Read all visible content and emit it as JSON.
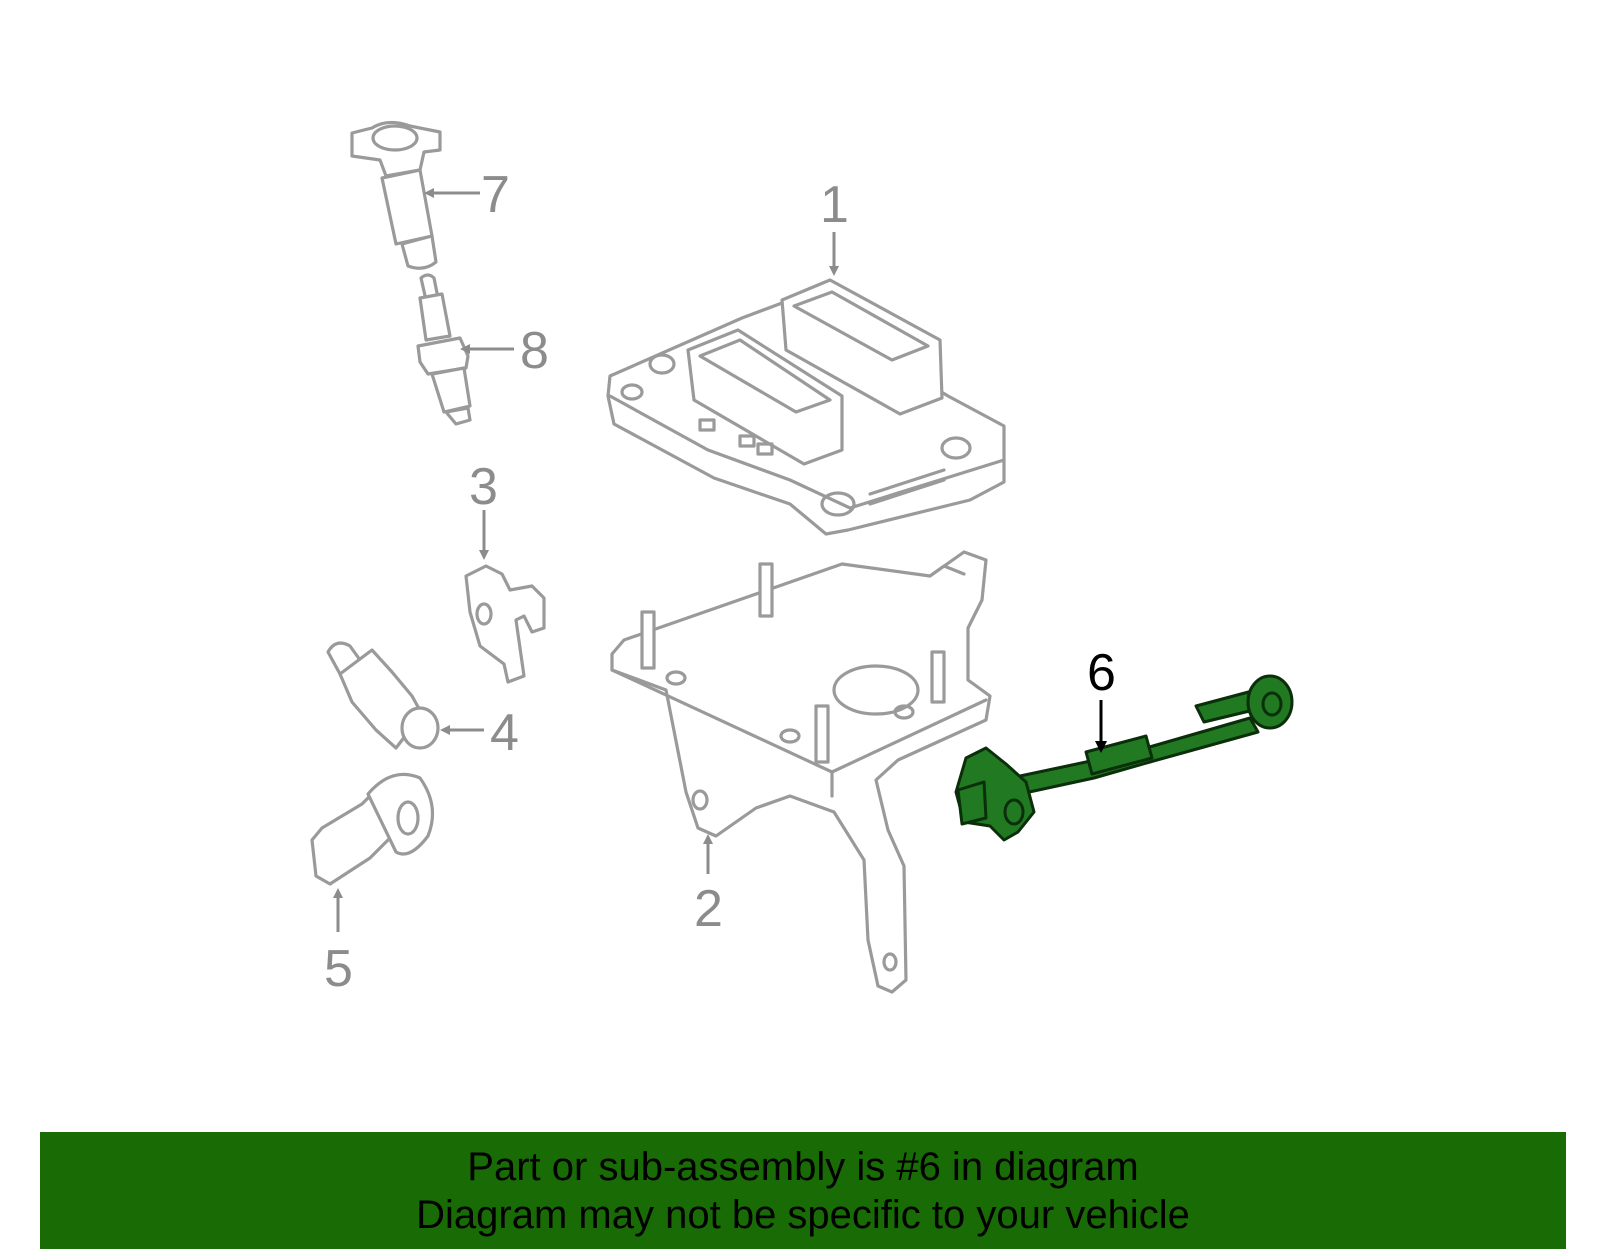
{
  "callouts": {
    "c1": "1",
    "c2": "2",
    "c3": "3",
    "c4": "4",
    "c5": "5",
    "c6": "6",
    "c7": "7",
    "c8": "8"
  },
  "banner": {
    "line1": "Part or sub-assembly is #6 in diagram",
    "line2": "Diagram may not be specific to your vehicle"
  },
  "colors": {
    "banner_bg": "#196b05",
    "highlight_part": "#217a21",
    "line_art": "#9a9a9a"
  }
}
